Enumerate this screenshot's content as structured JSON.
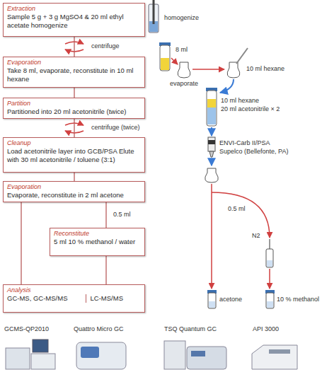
{
  "diagram": {
    "nodes": [
      {
        "text": [
          "Extraction",
          "Sample 5 g + 3 g MgSO4 & 20 ml ethyl acetate homogenize"
        ]
      },
      {
        "text": [
          "Evaporation",
          "Take 8 ml, evaporate, reconstitute in 10 ml hexane"
        ]
      },
      {
        "text": [
          "Partition",
          "Partitioned into 20 ml acetonitrile (twice)"
        ]
      },
      {
        "text": [
          "Cleanup",
          "Load acetonitrile layer into GCB/PSA Elute with 30 ml acetonitrile / toluene (3:1)"
        ]
      },
      {
        "text": [
          "Evaporation",
          "Evaporate, reconstitute in 2 ml acetone"
        ]
      },
      {
        "text": [
          "Reconstitute",
          "5 ml 10 % methanol / water"
        ]
      },
      {
        "text": [
          "Analysis",
          "GC-MS, GC-MS/MS",
          "LC-MS/MS"
        ]
      }
    ],
    "edges": [
      {
        "from": 0,
        "to": 1,
        "arrow": "none",
        "label": "centrifuge"
      },
      {
        "from": 1,
        "to": 2,
        "arrow": "none"
      },
      {
        "from": 2,
        "to": 3,
        "arrow": "none",
        "label": "centrifuge (twice)"
      },
      {
        "from": 3,
        "to": 4,
        "arrow": "none"
      },
      {
        "from": 4,
        "to": 6,
        "arrow": "none"
      },
      {
        "from": 4,
        "to": 5,
        "arrow": "none",
        "label": "0.5 ml"
      },
      {
        "from": 5,
        "to": 6,
        "arrow": "none"
      }
    ],
    "labels": [
      "homogenize",
      "8 ml",
      "evaporate",
      "10 ml hexane",
      "10 ml hexane",
      "20 ml acetonitrile × 2",
      "ENVI-Carb II/PSA",
      "Supelco (Bellefonte, PA)",
      "0.5 ml",
      "N2",
      "acetone",
      "10 % methanol",
      "GCMS-QP2010",
      "Quattro Micro GC",
      "TSQ Quantum GC",
      "API 3000"
    ]
  }
}
